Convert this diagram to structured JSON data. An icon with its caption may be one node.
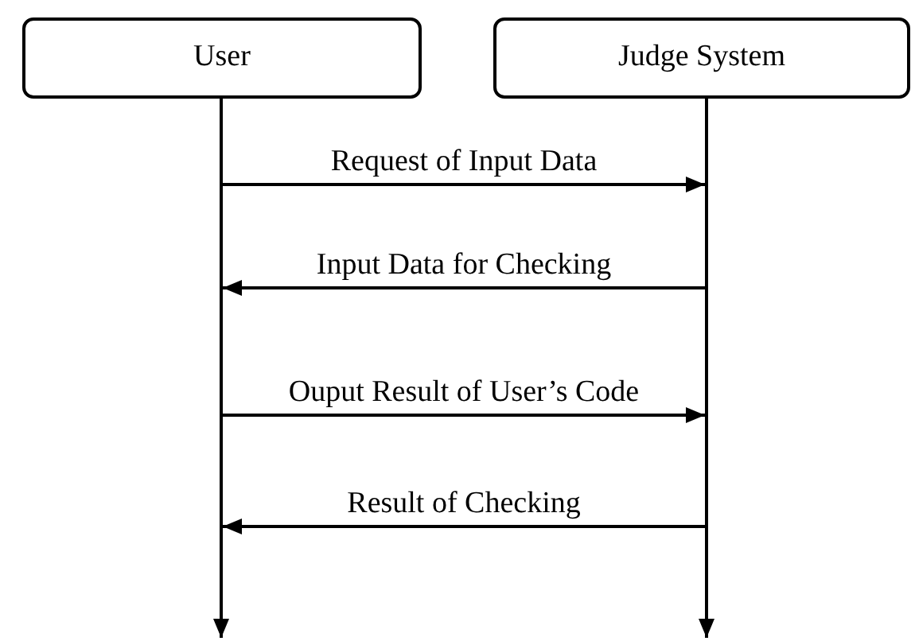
{
  "diagram": {
    "nodes": [
      {
        "text": [
          "User"
        ]
      },
      {
        "text": [
          "Judge System"
        ]
      },
      {
        "text": [],
        "shape": "line"
      },
      {
        "text": [],
        "shape": "line"
      }
    ],
    "edges": [
      {
        "from": 2,
        "to": null,
        "arrow": "to"
      },
      {
        "from": 3,
        "to": null,
        "arrow": "to"
      },
      {
        "from": 2,
        "to": 3,
        "arrow": "to",
        "label": "Request of Input Data"
      },
      {
        "from": 3,
        "to": 2,
        "arrow": "to",
        "label": "Input Data for Checking"
      },
      {
        "from": 2,
        "to": 3,
        "arrow": "to",
        "label": "Ouput Result of User’s Code"
      },
      {
        "from": 3,
        "to": 2,
        "arrow": "to",
        "label": "Result of Checking"
      }
    ]
  }
}
